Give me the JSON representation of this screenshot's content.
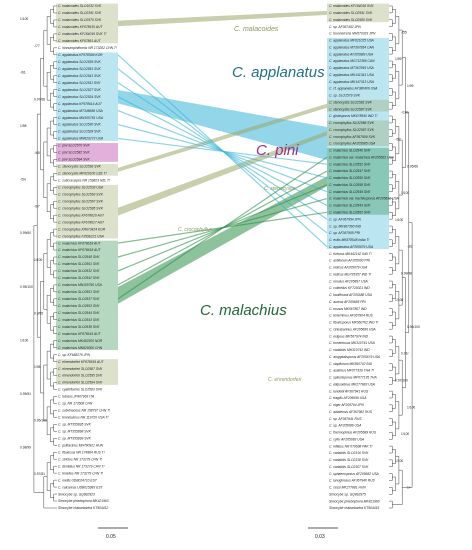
{
  "figure": {
    "clades": {
      "malacoides": "C. malacoides",
      "applanatus": "C. applanatus",
      "pini": "C. pini",
      "stenocystis": "C. stenocystis",
      "crocophyllus": "C. crocophyllus",
      "malachius": "C. malachius",
      "ehrendorferi": "C. ehrendorferi"
    },
    "scale_bars": {
      "left": "0.05",
      "right": "0.03"
    },
    "colors": {
      "applanatus": "#3bb5d8",
      "pini": "#c14fb0",
      "malachius": "#2f8f4a",
      "olive": "#9aa86a",
      "branch": "#444444"
    },
    "left_leaves": [
      "C. malacoides SLO1032 SVK",
      "C. malacoides SLO2391 SVK",
      "C. malacoides SLO2570 SVK",
      "C. malacoides KF678615 AUT",
      "C. malacoides KF154019 SVK T!",
      "C. malacoides KF67861 AUT",
      "C. hinnuropiniformis NR 173282 CHN T!",
      "C. applanatus KF678599 KOR",
      "C. applanatus SLO2539 SVK",
      "C. applanatus SLO2551 SVK",
      "C. applanatus SLO2541 SVK",
      "C. applanatus SLO2511 SVK",
      "C. applanatus SLO2527 SVK",
      "C. applanatus SLO2534 SVK",
      "C. applanatus KF678614 AUT",
      "C. applanatus MT348698 USA",
      "C. applanatus MN105781 USA",
      "C. applanatus SLO2530 SVK",
      "C. applanatus SLO2528 SVK",
      "C. applanatus MN629273 USA",
      "C. pini SLO2570 SVK",
      "C. pini SLO2582 SVK",
      "C. pini SLO2594 SVK",
      "C. stenocystis SLO2563 SVK",
      "C. stenocystis MF620100 CZE T!",
      "C. subcrassipes NR 159823 NZL T!",
      "C. crocophyllus SLO2533 USA",
      "C. crocophyllus SLO2563 SVK",
      "C. crocophyllus SLO2567 SVK",
      "C. crocophyllus SLO2585 SVK",
      "C. crocophyllus KF678620 AUT",
      "C. crocophyllus KF678617 AUT",
      "C. crocophyllus KR673424 KOR",
      "C. crocophyllus FJ596221 USA",
      "C. malachius KF678618 AUT",
      "C. malachius KF678618 AUT",
      "C. malachius SLO2548 SVK",
      "C. malachius SLO2561 SVK",
      "C. malachius SLO2532 SVK",
      "C. malachius SLO2542 SVK",
      "C. malachius MN105790 USA",
      "C. malachius SLO2551 SVK",
      "C. malachius SLO2537 SVK",
      "C. malachius SLO2553 SVK",
      "C. malachius SLO2544 SVK",
      "C. malachius SLO2543 SVK",
      "C. malachius SLO2538 SVK",
      "C. malachius KF678616 AUT",
      "C. malachius MK482300 NOR",
      "C. malachius MN629300 CHN",
      "C. sp. KF668276 JPN",
      "C. ehrendorferi KF678619 AUT",
      "C. ehrendorferi SLO2587 SVK",
      "C. ehrendorferi SLO2595 SVK",
      "C. ehrendorferi SLO2594 SVK",
      "C. cyathiformis SLO2583 SVK",
      "C. lutosus JF907963 ITA",
      "C. sp. NR 173508 CHN",
      "C. subvinaceus NR 158797 CHN T!",
      "C. tennissimus NR 119720 USA T!",
      "C. sp. MT355895 SVK",
      "C. sp. MT355898 SVK",
      "C. sp. MT355899 SVK",
      "C. psittacinus MH790921 HUN",
      "C. fibulosus NR 174884 RUS T!",
      "C. strictus NR 173279 CHN T!",
      "C. dentatus NR 173279 CHN T!",
      "C. tenellus NR 173279 CHN T!",
      "C. mellis UDB024710 EST",
      "C. calcareus UDB015983 EST",
      "Simocybe sp. GQ892923",
      "Simocybe phlebophora MK421963",
      "Simocybe rhabarbarina KT904412"
    ],
    "right_leaves": [
      "C. malacoides KF154018 SVK",
      "C. malacoides SLO2591 SVK",
      "C. malacoides SLO2580 SVK",
      "C. sp. AF367452 JPN",
      "C. brunneicens MH570333 JPN",
      "C. applanatus MF621025 USA",
      "C. applanatus MT367954 CAN",
      "C. applanatus AF205689 USA",
      "C. applanatus MG712386 CAN",
      "C. applanatus MT367955 USA",
      "C. applanatus MK141341 USA",
      "C. applanatus MK147313 USA",
      "C. cf. applanatus AY380406 USA",
      "C. sp. SLO2579 SVK",
      "C. stenocystis SLO2581 SVK",
      "C. stenocystis SLO2587 SVK",
      "C. globisporus MK678540 IND T!",
      "C. crocophyllus SLO2586 SVK",
      "C. crocophyllus SLO2587 SVK",
      "C. crocophyllus AF367909 SVK",
      "C. crocophyllus AF205685 USA",
      "C. malachius SLO2546 SVK",
      "C. malachius var. malachius AF205691 USA",
      "C. malachius SLO2552 SVK",
      "C. malachius SLO2547 SVK",
      "C. malachius SLO2550 SVK",
      "C. malachius SLO2558 SVK",
      "C. malachius SLO2549 SVK",
      "C. malachius var. trachiosporus AF205692 USA",
      "C. malachius SLO2543 SVK",
      "C. malachius SLO2562 SVK",
      "C. sp. AF367954 JPN",
      "C. sp. MK967360 IND",
      "C. sp. AF367955 PRI",
      "C. exilis MK878548 India T!",
      "C. applanatus AF205679 USA",
      "C. furfurus MK462162 IND T!",
      "C. antillarum AF205600 PRI",
      "C. indicus AF205679 USA",
      "C. indicus MG735357 IND T!",
      "C. omutus AF205897 USA",
      "C. cutinellus KF720021 IND",
      "C. kauffmanii AF205588 USA",
      "C. aureus AF205685 PRI",
      "C. rosaus MK567807 IND",
      "C. tenerrimus AF367904 RUS",
      "C. fibulosporus MK560762 IND T!",
      "C. cinnabarinus AF205686 USA",
      "C. exiguus MK567974 IND",
      "C. tomentosus MK310741 USA",
      "C. variabilis MH310742 IND",
      "C. amygdalisporus AF205679 USA",
      "C. stapfiorum MK560742 IND",
      "C. asiaticus MF077336 THA T!",
      "C. spinulisporus MF077135 THA",
      "C. ellipsoideus MK277883 USA",
      "C. lundellii AF367941 RUS",
      "C. fragilis AF205699 USA",
      "C. niger AF205704 JPN",
      "C. aalatensis AF367982 RUS",
      "C. sp. AF367941 RUS",
      "C. sp. AF205686 USA",
      "C. thermophilus AF205689 RUS",
      "C. cyfer AF205683 USA",
      "C. inflatus NR 079698 PAK T!",
      "C. variabilis SLO2316 SVK",
      "C. variabilis SLO2318 SVK",
      "C. variabilis SLO2307 SVK",
      "C. sphaerosporus AF205682 USA",
      "C. lanuginosus AF367940 RUS",
      "C. cessi MK277881 HUN",
      "Simocybe sp. GQ892975",
      "Simocybe phlebophora MK421960",
      "Simocybe rhabarbarina KT904415"
    ],
    "supports": [
      "1/100",
      "-/55",
      "-/77",
      "1/99",
      "-/61",
      "1/99",
      "0.97/68",
      "-/100",
      "1/98",
      "-/52",
      "-/65",
      "0.95/66",
      "-/54",
      "1/100",
      "-/67",
      "1/100",
      "0.99/60",
      "-/62",
      "1/100",
      "0.99/98",
      "0.95/100",
      "1/100",
      "0.9/55",
      "0.96/100",
      "1/100",
      "0.91/-",
      "1/98",
      "0.97/100",
      "0.95/51",
      "1/100",
      "0.95/100",
      "1/100",
      "0.98/99",
      "1/100",
      "0.97/81",
      "1/-"
    ]
  }
}
